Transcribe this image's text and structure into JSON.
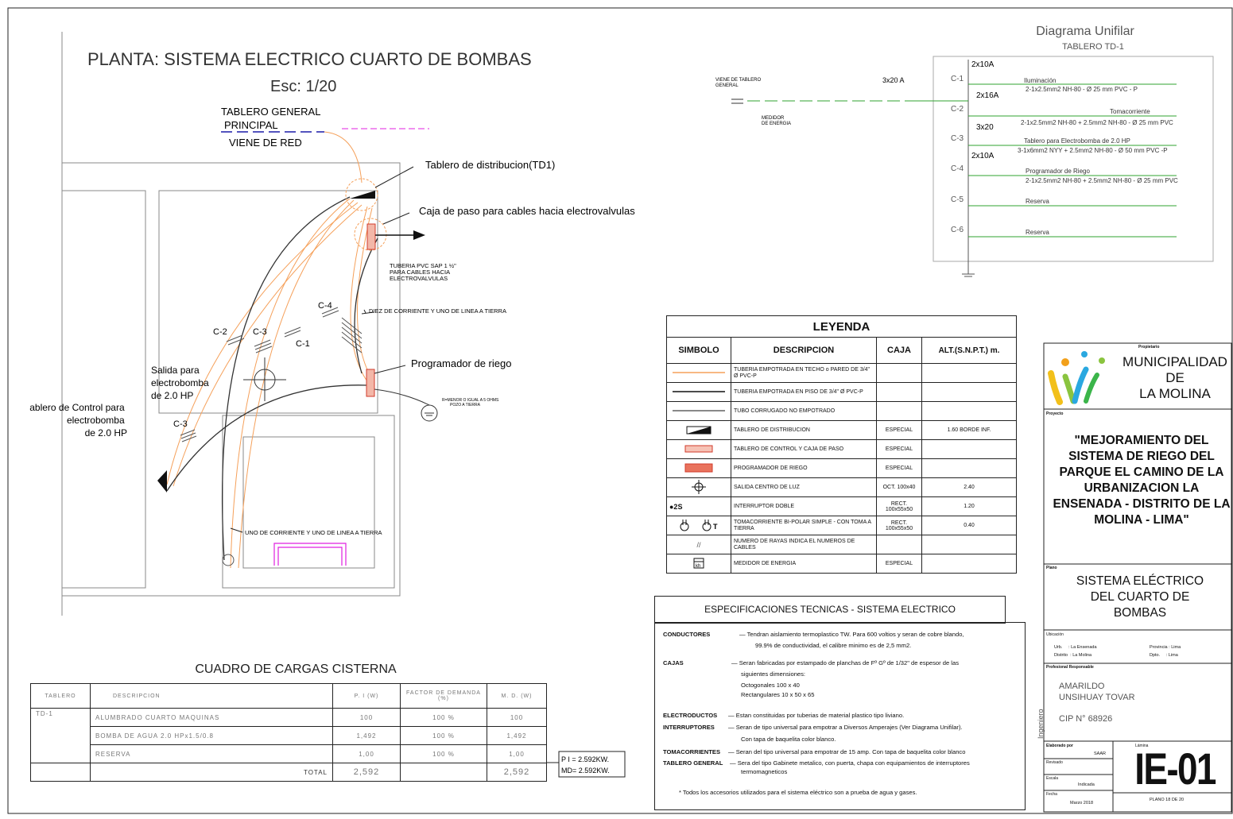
{
  "plan": {
    "title": "PLANTA: SISTEMA ELECTRICO CUARTO DE BOMBAS",
    "scale": "Esc: 1/20",
    "labels": {
      "tablero_general": "TABLERO GENERAL",
      "principal": "PRINCIPAL",
      "viene_de_red": "VIENE DE RED",
      "tablero_distribucion": "Tablero de distribucion(TD1)",
      "caja_paso": "Caja de paso para cables hacia electrovalvulas",
      "tuberia_pvc": "TUBERIA PVC SAP 1 ½\" PARA CABLES HACIA ELECTROVALVULAS",
      "diez_corriente": "DIEZ DE CORRIENTE Y UNO DE LINEA A TIERRA",
      "programador_riego": "Programador de riego",
      "salida_electrobomba": "Salida para electrobomba de 2.0 HP",
      "tablero_control": "ablero de Control para electrobomba de 2.0 HP",
      "uno_corriente": "UNO DE CORRIENTE Y UNO DE LINEA A TIERRA",
      "pozo_tierra": "R=MENOR O IGUAL A 5 OHMS POZO A TIERRA",
      "c1": "C-1",
      "c2": "C-2",
      "c3": "C-3",
      "c3b": "C-3",
      "c4": "C-4"
    }
  },
  "unifilar": {
    "title": "Diagrama Unifilar",
    "subtitle": "TABLERO TD-1",
    "viene_de_tablero": "VIENE DE TABLERO GENERAL",
    "medidor": "MEDIDOR DE ENERGIA",
    "main_breaker": "3x20 A",
    "circuits": [
      {
        "id": "C-1",
        "breaker": "2x10A",
        "desc": "Iluminación",
        "cable": "2-1x2.5mm2 NH-80 - Ø 25 mm PVC - P"
      },
      {
        "id": "C-2",
        "breaker": "2x16A",
        "desc": "Tomacorriente",
        "cable": "2-1x2.5mm2 NH-80  + 2.5mm2 NH-80  - Ø 25 mm PVC"
      },
      {
        "id": "C-3",
        "breaker": "3x20",
        "desc": "Tablero para Electrobomba de 2.0 HP",
        "cable": "3-1x6mm2 NYY  + 2.5mm2 NH-80  - Ø 50 mm PVC -P"
      },
      {
        "id": "C-4",
        "breaker": "2x10A",
        "desc": "Programador de Riego",
        "cable": "2-1x2.5mm2 NH-80  + 2.5mm2 NH-80  - Ø 25 mm PVC"
      },
      {
        "id": "C-5",
        "breaker": "",
        "desc": "Reserva",
        "cable": ""
      },
      {
        "id": "C-6",
        "breaker": "",
        "desc": "Reserva",
        "cable": ""
      }
    ]
  },
  "leyenda": {
    "title": "LEYENDA",
    "headers": [
      "SIMBOLO",
      "DESCRIPCION",
      "CAJA",
      "ALT.(S.N.P.T.) m."
    ],
    "rows": [
      {
        "desc": "TUBERIA EMPOTRADA EN TECHO o PARED DE 3/4\" Ø PVC-P",
        "caja": "",
        "alt": ""
      },
      {
        "desc": "TUBERIA EMPOTRADA EN PISO DE 3/4\" Ø PVC-P",
        "caja": "",
        "alt": ""
      },
      {
        "desc": "TUBO CORRUGADO NO EMPOTRADO",
        "caja": "",
        "alt": ""
      },
      {
        "desc": "TABLERO DE DISTRIBUCION",
        "caja": "ESPECIAL",
        "alt": "1.60 BORDE INF."
      },
      {
        "desc": "TABLERO DE CONTROL Y CAJA DE PASO",
        "caja": "ESPECIAL",
        "alt": ""
      },
      {
        "desc": "PROGRAMADOR DE RIEGO",
        "caja": "ESPECIAL",
        "alt": ""
      },
      {
        "desc": "SALIDA CENTRO DE LUZ",
        "caja": "OCT.  100x40",
        "alt": "2.40"
      },
      {
        "desc": "INTERRUPTOR DOBLE",
        "caja": "RECT. 100x55x50",
        "alt": "1.20"
      },
      {
        "desc": "TOMACORRIENTE BI-POLAR SIMPLE - CON TOMA A TIERRA",
        "caja": "RECT. 100x55x50",
        "alt": "0.40"
      },
      {
        "desc": "NUMERO DE RAYAS INDICA EL NUMEROS DE CABLES",
        "caja": "",
        "alt": ""
      },
      {
        "desc": "MEDIDOR DE ENERGIA",
        "caja": "ESPECIAL",
        "alt": ""
      }
    ]
  },
  "cargas": {
    "title": "CUADRO DE CARGAS CISTERNA",
    "headers": [
      "TABLERO",
      "DESCRIPCION",
      "P. I (W)",
      "FACTOR DE DEMANDA (%)",
      "M. D. (W)"
    ],
    "tablero": "TD-1",
    "rows": [
      {
        "desc": "ALUMBRADO CUARTO MAQUINAS",
        "pi": "100",
        "fd": "100 %",
        "md": "100"
      },
      {
        "desc": "BOMBA DE AGUA 2.0 HPx1.5/0.8",
        "pi": "1,492",
        "fd": "100 %",
        "md": "1,492"
      },
      {
        "desc": "RESERVA",
        "pi": "1,00",
        "fd": "100 %",
        "md": "1,00"
      }
    ],
    "total_label": "TOTAL",
    "total_pi": "2,592",
    "total_md": "2,592",
    "pi_note": "P I = 2.592KW.",
    "md_note": "MD= 2.592KW."
  },
  "specs": {
    "title": "ESPECIFICACIONES TECNICAS - SISTEMA ELECTRICO",
    "items": [
      {
        "label": "CONDUCTORES",
        "text": "— Tendran aislamiento termoplastico TW. Para 600 voltios y seran de cobre blando,",
        "text2": "99.9% de conductividad, el calibre minimo es de 2,5 mm2."
      },
      {
        "label": "CAJAS",
        "text": "— Seran fabricadas  por estampado de planchas de Fº Gº de 1/32\" de espesor de las",
        "text2": "siguientes dimensiones:",
        "text3": "Octogonales  100 x 40",
        "text4": "Rectangulares  10 x 50 x 65"
      },
      {
        "label": "ELECTRODUCTOS",
        "text": "— Estan constituidas  por tuberias de material plastico tipo liviano."
      },
      {
        "label": "INTERRUPTORES",
        "text": "— Seran de tipo universal para empotrar a Diversos Amperajes (Ver Diagrama Unifilar).",
        "text2": "Con tapa de baquelita color blanco."
      },
      {
        "label": "TOMACORRIENTES",
        "text": "— Seran del tipo universal  para empotrar de 15 amp. Con tapa de baquelita color blanco"
      },
      {
        "label": "TABLERO GENERAL",
        "text": "— Sera del tipo Gabinete metalico, con puerta, chapa con equipamientos de interruptores",
        "text2": "termomagneticos"
      }
    ],
    "note": "* Todos los accesorios utilizados para el sistema eléctrico son a prueba de agua y gases."
  },
  "titleblock": {
    "propietario_lbl": "Propietario",
    "muni1": "MUNICIPALIDAD",
    "muni2": "DE",
    "muni3": "LA MOLINA",
    "proyecto_lbl": "Proyecto",
    "proyecto": "\"MEJORAMIENTO DEL SISTEMA DE RIEGO DEL PARQUE EL CAMINO DE LA URBANIZACION LA ENSENADA - DISTRITO DE LA MOLINA - LIMA\"",
    "plano_lbl": "Plano",
    "plano1": "SISTEMA ELÉCTRICO",
    "plano2": "DEL CUARTO DE",
    "plano3": "BOMBAS",
    "ubicacion_lbl": "Ubicación",
    "urb": "Urb.     : La Ensenada",
    "distrito": "Distrito  : La Molina",
    "provincia": "Provincia : Lima",
    "dpto": "Dpto.     : Lima",
    "prof_lbl": "Profesional Responsable",
    "ingeniero_lbl": "Ingeniero",
    "ing1": "AMARILDO",
    "ing2": "UNSIHUAY  TOVAR",
    "cip": "CIP  N° 68926",
    "elaborado_lbl": "Elaborado por",
    "elaborado": "SAAR",
    "revisado_lbl": "Revisado",
    "escala_lbl": "Escala",
    "escala": "Indicada",
    "fecha_lbl": "Fecha",
    "fecha": "Marzo 2018",
    "lamina_lbl": "Lámina",
    "lamina": "IE-01",
    "plano_num": "PLANO 18 DE 20"
  },
  "colors": {
    "orange": "#f5a05a",
    "green": "#2fa32f",
    "magenta": "#e020e0",
    "red": "#d23b2b",
    "blue": "#1a1aa8"
  }
}
